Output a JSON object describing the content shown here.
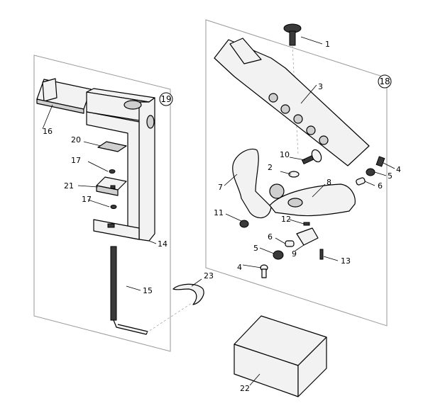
{
  "assembly_numbers": {
    "left": "19",
    "right": "18"
  },
  "callouts": {
    "c1": "1",
    "c2": "2",
    "c3": "3",
    "c4a": "4",
    "c4b": "4",
    "c5a": "5",
    "c5b": "5",
    "c6a": "6",
    "c6b": "6",
    "c7": "7",
    "c8": "8",
    "c9": "9",
    "c10": "10",
    "c11": "11",
    "c12": "12",
    "c13": "13",
    "c14": "14",
    "c15": "15",
    "c16": "16",
    "c17a": "17",
    "c17b": "17",
    "c20": "20",
    "c21": "21",
    "c22": "22",
    "c23": "23"
  }
}
